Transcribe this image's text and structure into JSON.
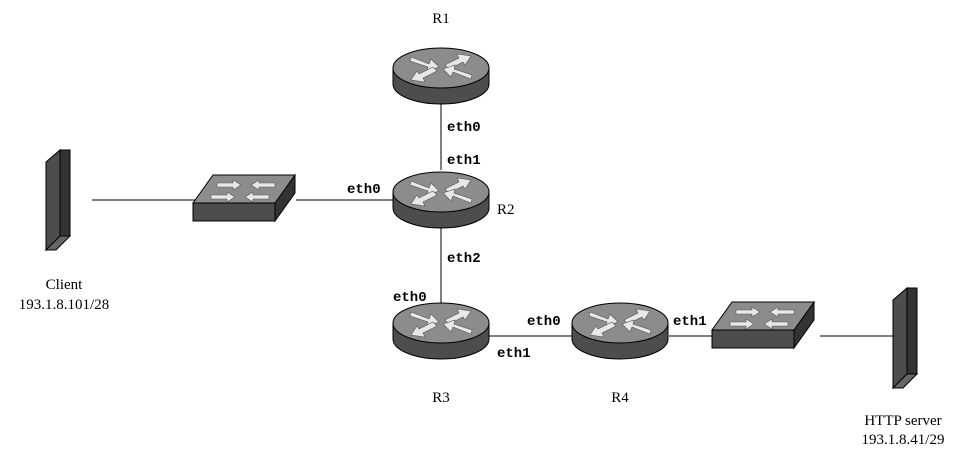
{
  "routers": {
    "r1": {
      "name": "R1"
    },
    "r2": {
      "name": "R2"
    },
    "r3": {
      "name": "R3"
    },
    "r4": {
      "name": "R4"
    }
  },
  "interfaces": {
    "r1_eth0": "eth0",
    "r2_eth1": "eth1",
    "r2_eth0": "eth0",
    "r2_eth2": "eth2",
    "r3_eth0": "eth0",
    "r3_eth1": "eth1",
    "r4_eth0": "eth0",
    "r4_eth1": "eth1"
  },
  "hosts": {
    "client": {
      "name": "Client",
      "address": "193.1.8.101/28"
    },
    "server": {
      "name": "HTTP server",
      "address": "193.1.8.41/29"
    }
  },
  "colors": {
    "device_top": "#8c8c8c",
    "device_side": "#4d4d4d",
    "device_dark": "#333333",
    "arrow": "#e8e8e8"
  }
}
